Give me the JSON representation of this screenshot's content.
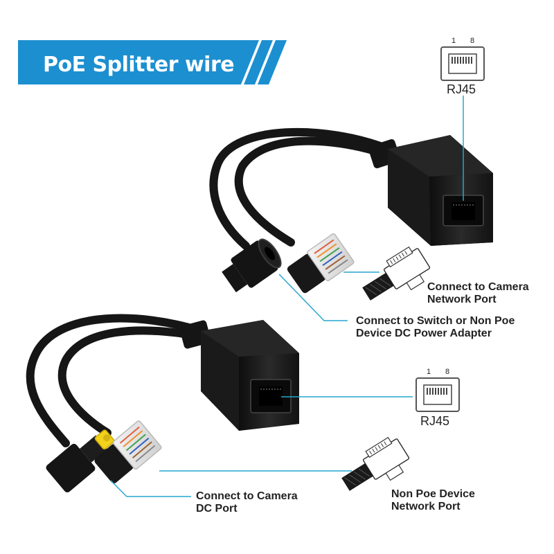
{
  "title": "PoE Splitter wire",
  "rj45_top": {
    "label": "RJ45",
    "pin_start": "1",
    "pin_end": "8"
  },
  "rj45_bottom": {
    "label": "RJ45",
    "pin_start": "1",
    "pin_end": "8"
  },
  "callouts": {
    "camera_network_port": [
      "Connect to Camera",
      "Network Port"
    ],
    "switch_adapter": [
      "Connect to Switch or Non Poe",
      "Device DC Power Adapter"
    ],
    "camera_dc_port": [
      "Connect to Camera",
      "DC Port"
    ],
    "non_poe_network_port": [
      "Non Poe Device",
      "Network Port"
    ]
  },
  "colors": {
    "banner": "#1c8fd0",
    "leader_line": "#27a6cf",
    "cable": "#161616",
    "dc_tip": "#f2d21a"
  }
}
